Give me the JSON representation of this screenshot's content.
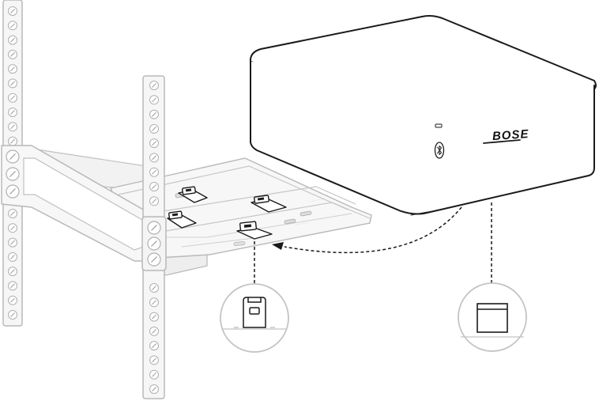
{
  "device": {
    "brand_logo": "BOSE",
    "button_icon": "bluetooth-icon"
  },
  "rack": {
    "hole_count_left": 22,
    "hole_count_right": 22
  },
  "callouts": [
    {
      "name": "bracket-clip-detail",
      "icon": "clip-icon"
    },
    {
      "name": "device-foot-detail",
      "icon": "foot-square-icon"
    }
  ],
  "colors": {
    "outline_dark": "#1a1a1a",
    "outline_light": "#b8b8b8",
    "fill_light": "#f4f4f4",
    "shelf_fill": "#f7f7f7"
  }
}
